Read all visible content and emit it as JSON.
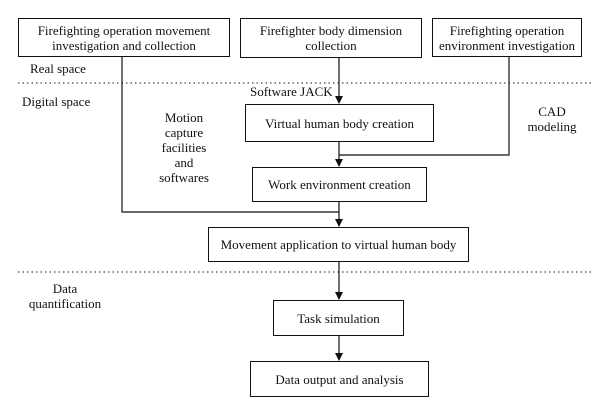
{
  "boxes": {
    "movement_investigation": {
      "line1": "Firefighting operation movement",
      "line2": "investigation and collection"
    },
    "body_dimension": {
      "line1": "Firefighter body dimension",
      "line2": "collection"
    },
    "environment_investigation": {
      "line1": "Firefighting operation",
      "line2": "environment investigation"
    },
    "virtual_human": "Virtual human body creation",
    "work_environment": "Work environment creation",
    "movement_application": "Movement application to virtual human body",
    "task_simulation": "Task simulation",
    "data_output": "Data output and analysis"
  },
  "labels": {
    "real_space": "Real space",
    "digital_space": "Digital space",
    "software_jack": "Software JACK",
    "motion_capture": [
      "Motion",
      "capture",
      "facilities",
      "and",
      "softwares"
    ],
    "cad_modeling": [
      "CAD",
      "modeling"
    ],
    "data_quantification": [
      "Data",
      "quantification"
    ]
  },
  "colors": {
    "line": "#111111",
    "divider": "#444444"
  }
}
